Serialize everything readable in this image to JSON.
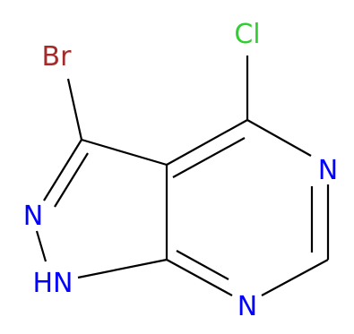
{
  "molecule": {
    "atoms": {
      "br": "Br",
      "cl": "Cl",
      "n_pyrazole": "N",
      "nh": "HN",
      "n_top": "N",
      "n_bottom": "N"
    },
    "colors": {
      "bond": "#000000",
      "br": "#a52a2a",
      "cl": "#32cd32",
      "n": "#0000ff"
    }
  }
}
